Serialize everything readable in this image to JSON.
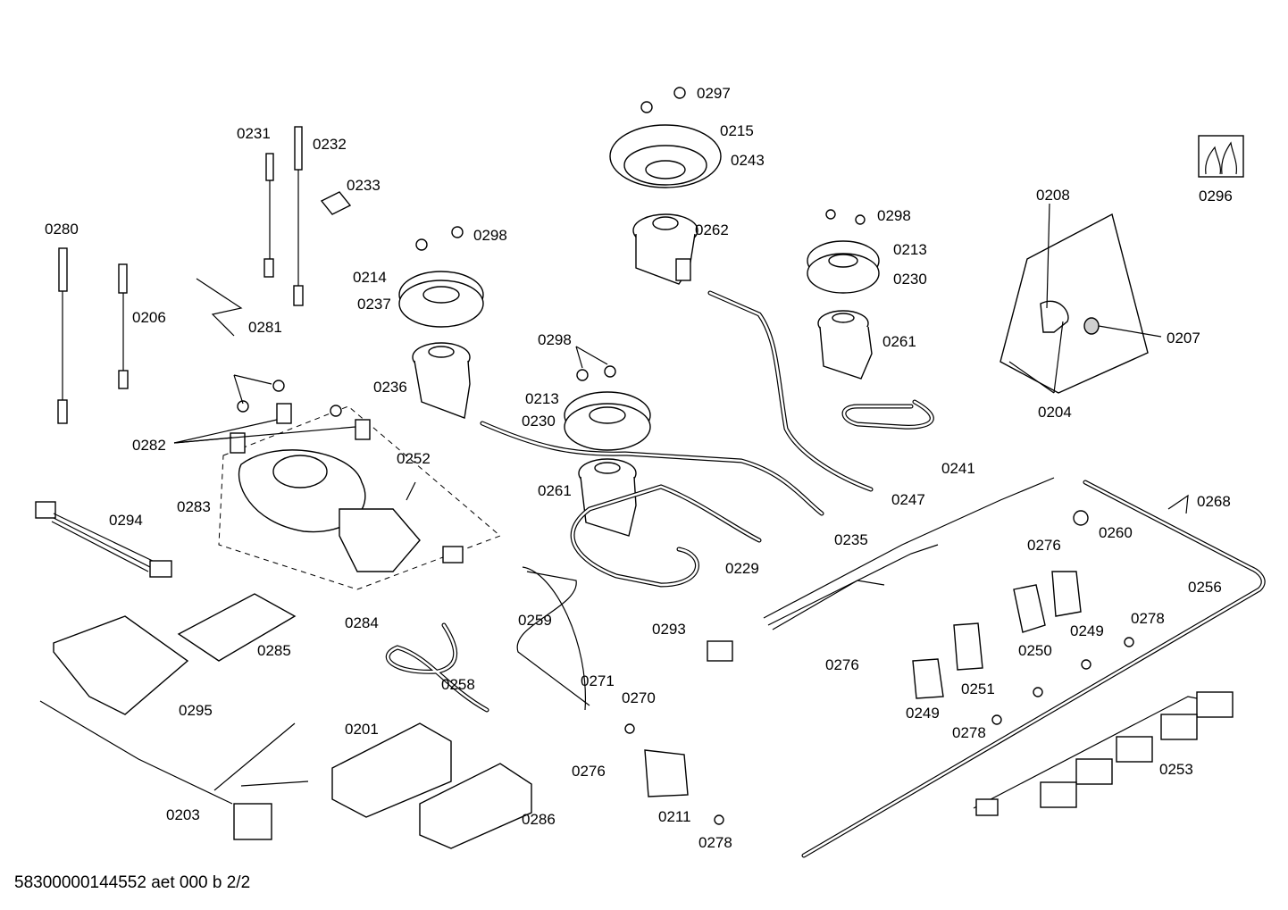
{
  "labels": [
    "0297",
    "0215",
    "0243",
    "0262",
    "0231",
    "0232",
    "0233",
    "0298",
    "0214",
    "0237",
    "0280",
    "0206",
    "0281",
    "0298",
    "0213",
    "0230",
    "0261",
    "0236",
    "0298",
    "0213",
    "0230",
    "0261",
    "0282",
    "0252",
    "0283",
    "0294",
    "0285",
    "0284",
    "0208",
    "0296",
    "0207",
    "0204",
    "0241",
    "0247",
    "0235",
    "0229",
    "0259",
    "0293",
    "0276",
    "0260",
    "0268",
    "0256",
    "0278",
    "0249",
    "0250",
    "0276",
    "0251",
    "0249",
    "0278",
    "0258",
    "0271",
    "0270",
    "0276",
    "0211",
    "0278",
    "0201",
    "0286",
    "0295",
    "0203",
    "0253"
  ],
  "footer": "58300000144552 aet 000 b 2/2"
}
